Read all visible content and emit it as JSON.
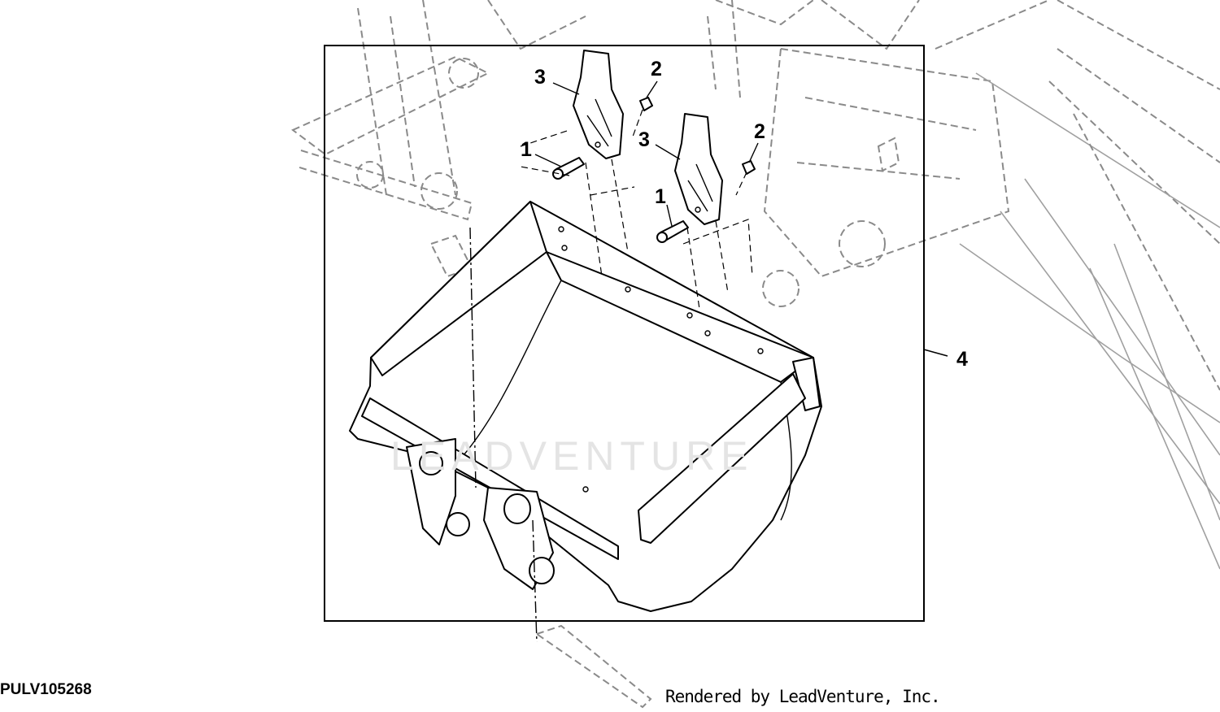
{
  "figure_id": "PULV105268",
  "credit": "Rendered by LeadVenture, Inc.",
  "watermark": "LEADVENTURE",
  "callouts": [
    "1",
    "1",
    "2",
    "2",
    "3",
    "3",
    "4"
  ],
  "parts": [
    {
      "callout": "1",
      "depicts": "bolt"
    },
    {
      "callout": "2",
      "depicts": "nut"
    },
    {
      "callout": "3",
      "depicts": "tooth"
    },
    {
      "callout": "4",
      "depicts": "bucket"
    }
  ],
  "colors": {
    "line": "#000000",
    "background_line": "#8a8a8a",
    "watermark": "#e4e4e4"
  }
}
